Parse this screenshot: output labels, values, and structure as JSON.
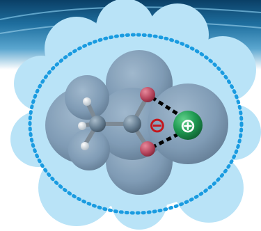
{
  "diagram": {
    "type": "molecule-ion-pair",
    "anion_charge_symbol": "⊖",
    "cation_charge_symbol": "⊕",
    "colors": {
      "banner_top": "#0d4f7d",
      "banner_mid": "#2f86b8",
      "banner_light": "#bfe0f2",
      "cloud_fill": "#b9e3f7",
      "dotted_circle": "#1a9be0",
      "vdw_surface": "#7e9bb6",
      "carbon": "#5f7688",
      "hydrogen": "#e6ecf0",
      "oxygen": "#b4445c",
      "bond": "#7d8a95",
      "cation": "#1d8f4d",
      "anion_charge": "#c4161c",
      "cation_charge": "#ffffff",
      "interaction_dash": "#000000"
    },
    "atoms": [
      {
        "element": "C",
        "role": "methyl-carbon"
      },
      {
        "element": "C",
        "role": "carboxyl-carbon"
      },
      {
        "element": "O",
        "role": "oxygen-upper"
      },
      {
        "element": "O",
        "role": "oxygen-lower"
      },
      {
        "element": "H",
        "role": "hydrogen"
      },
      {
        "element": "H",
        "role": "hydrogen"
      },
      {
        "element": "H",
        "role": "hydrogen"
      }
    ],
    "cation": {
      "role": "metal-cation",
      "icon": "green-sphere"
    }
  }
}
